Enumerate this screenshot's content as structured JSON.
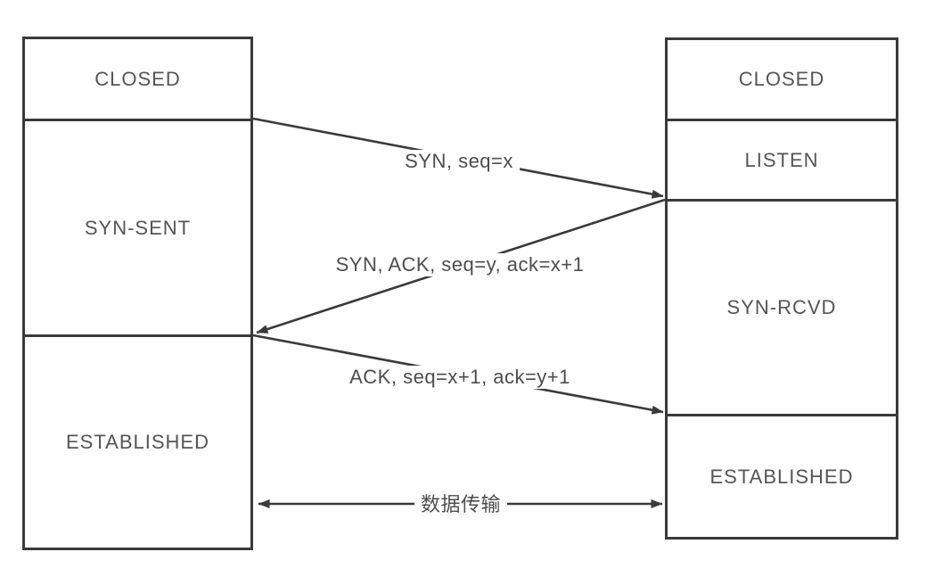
{
  "diagram": {
    "left_box": {
      "sections": [
        {
          "label": "CLOSED"
        },
        {
          "label": "SYN-SENT"
        },
        {
          "label": "ESTABLISHED"
        }
      ]
    },
    "right_box": {
      "sections": [
        {
          "label": "CLOSED"
        },
        {
          "label": "LISTEN"
        },
        {
          "label": "SYN-RCVD"
        },
        {
          "label": "ESTABLISHED"
        }
      ]
    },
    "arrows": {
      "syn": {
        "label": "SYN, seq=x",
        "direction": "left-to-right"
      },
      "syn_ack": {
        "label": "SYN, ACK, seq=y, ack=x+1",
        "direction": "right-to-left"
      },
      "ack": {
        "label": "ACK, seq=x+1, ack=y+1",
        "direction": "left-to-right"
      },
      "data": {
        "label": "数据传输",
        "direction": "bidirectional"
      }
    },
    "colors": {
      "line": "#3a3a3a",
      "text": "#555555",
      "background": "#ffffff"
    }
  }
}
